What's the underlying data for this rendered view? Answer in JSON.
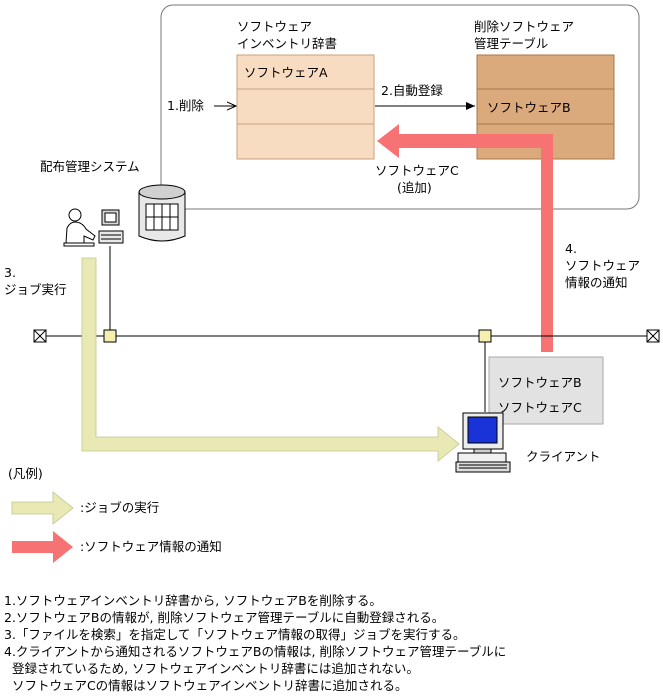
{
  "system": {
    "title": "配布管理システム"
  },
  "inventory": {
    "title_line1": "ソフトウェア",
    "title_line2": "インベントリ辞書",
    "row1": "ソフトウェアA"
  },
  "deleted_table": {
    "title_line1": "削除ソフトウェア",
    "title_line2": "管理テーブル",
    "row2": "ソフトウェアB"
  },
  "steps": {
    "s1": "1.削除",
    "s2": "2.自動登録",
    "s3_line1": "3.",
    "s3_line2": "ジョブ実行",
    "s4_line1": "4.",
    "s4_line2": "ソフトウェア",
    "s4_line3": "情報の通知"
  },
  "swc": {
    "line1": "ソフトウェアC",
    "line2": "(追加)"
  },
  "client": {
    "label": "クライアント",
    "sw1": "ソフトウェアB",
    "sw2": "ソフトウェアC"
  },
  "legend": {
    "title": "(凡例)",
    "job": ":ジョブの実行",
    "notify": ":ソフトウェア情報の通知"
  },
  "notes": {
    "n1": "1.ソフトウェアインベントリ辞書から, ソフトウェアBを削除する。",
    "n2": "2.ソフトウェアBの情報が, 削除ソフトウェア管理テーブルに自動登録される。",
    "n3": "3.「ファイルを検索」を指定して「ソフトウェア情報の取得」ジョブを実行する。",
    "n4a": "4.クライアントから通知されるソフトウェアBの情報は, 削除ソフトウェア管理テーブルに",
    "n4b": "  登録されているため, ソフトウェアインベントリ辞書には追加されない。",
    "n4c": "  ソフトウェアCの情報はソフトウェアインベントリ辞書に追加される。"
  },
  "colors": {
    "job_arrow": "#e9e9b6",
    "notify_arrow": "#f77272",
    "inventory_fill": "#f8dcc2",
    "deleted_fill": "#daa97c",
    "client_box": "#e2e2e2"
  }
}
